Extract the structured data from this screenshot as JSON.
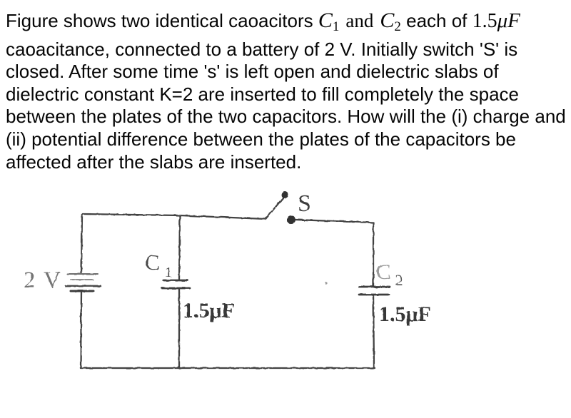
{
  "problem": {
    "line1": {
      "intro": "Figure shows two identical caoacitors ",
      "c1_symbol": "C",
      "c1_sub": "1",
      "and_word": "and",
      "c2_symbol": "C",
      "c2_sub": "2",
      "each_of": " each of ",
      "value_number": "1.5",
      "value_unit": "μF"
    },
    "lines": [
      "caoacitance, connected to a battery of 2 V. Initially switch 'S' is",
      "closed. After some time 's' is left open and dielectric slabs of",
      "dielectric constant K=2 are inserted to fill completely the space",
      "between the plates of the two capacitors. How will the (i) charge and",
      "(ii) potential difference between the plates of the capacitors be",
      "affected after the slabs are inserted."
    ]
  },
  "diagram": {
    "battery_label": "2 V",
    "battery_voltage": "2 V",
    "switch_label": "S",
    "switch_state": "open",
    "cap1": {
      "symbol": "C",
      "sub": "1",
      "value": "1.5μF"
    },
    "cap2": {
      "symbol": "C",
      "sub": "2",
      "value": "1.5μF"
    },
    "ink_color": "#424242",
    "faint_ink_color": "#9c9c9c",
    "text_color": "#060606"
  }
}
